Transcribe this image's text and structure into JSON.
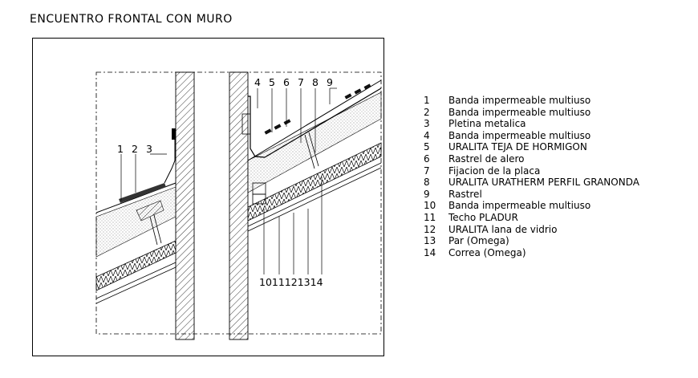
{
  "title": "ENCUENTRO FRONTAL CON MURO",
  "callouts_left": [
    "1",
    "2",
    "3"
  ],
  "callouts_top": [
    "4",
    "5",
    "6",
    "7",
    "8",
    "9"
  ],
  "callouts_bottom": "1011121314",
  "legend": [
    {
      "num": "1",
      "text": "Banda impermeable multiuso"
    },
    {
      "num": "2",
      "text": "Banda impermeable multiuso"
    },
    {
      "num": "3",
      "text": "Pletina metalica"
    },
    {
      "num": "4",
      "text": "Banda impermeable multiuso"
    },
    {
      "num": "5",
      "text": "URALITA TEJA DE HORMIGON"
    },
    {
      "num": "6",
      "text": "Rastrel de alero"
    },
    {
      "num": "7",
      "text": "Fijacion de la placa"
    },
    {
      "num": "8",
      "text": "URALITA URATHERM PERFIL GRANONDA"
    },
    {
      "num": "9",
      "text": "Rastrel"
    },
    {
      "num": "10",
      "text": "Banda impermeable multiuso"
    },
    {
      "num": "11",
      "text": "Techo PLADUR"
    },
    {
      "num": "12",
      "text": "URALITA lana de vidrio"
    },
    {
      "num": "13",
      "text": "Par (Omega)"
    },
    {
      "num": "14",
      "text": "Correa (Omega)"
    }
  ]
}
